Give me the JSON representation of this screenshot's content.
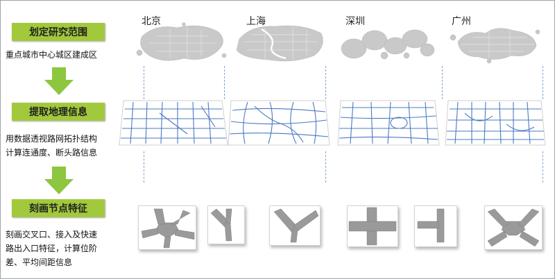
{
  "steps": [
    {
      "label": "划定研究范围",
      "desc_lines": [
        "重点城市中心城区建成区"
      ]
    },
    {
      "label": "提取地理信息",
      "desc_lines": [
        "用数据透视路网拓扑结构",
        "计算连通度、断头路信息"
      ]
    },
    {
      "label": "刻画节点特征",
      "desc_lines": [
        "刻画交叉口、接入及快速",
        "路出入口特征，计算位阶",
        "差、平均间距信息"
      ]
    }
  ],
  "cities": [
    "北京",
    "上海",
    "深圳",
    "广州"
  ],
  "node_shapes": [
    "five-way",
    "y-junction-down",
    "y-junction-open",
    "four-way-cross",
    "t-junction",
    "x-junction"
  ],
  "colors": {
    "step_green": "#a2c83c",
    "arrow_green": "#8dc63f",
    "road_blue": "#4a78c2",
    "dash_blue": "#7fa3cf",
    "map_gray": "#c9c9c9"
  }
}
